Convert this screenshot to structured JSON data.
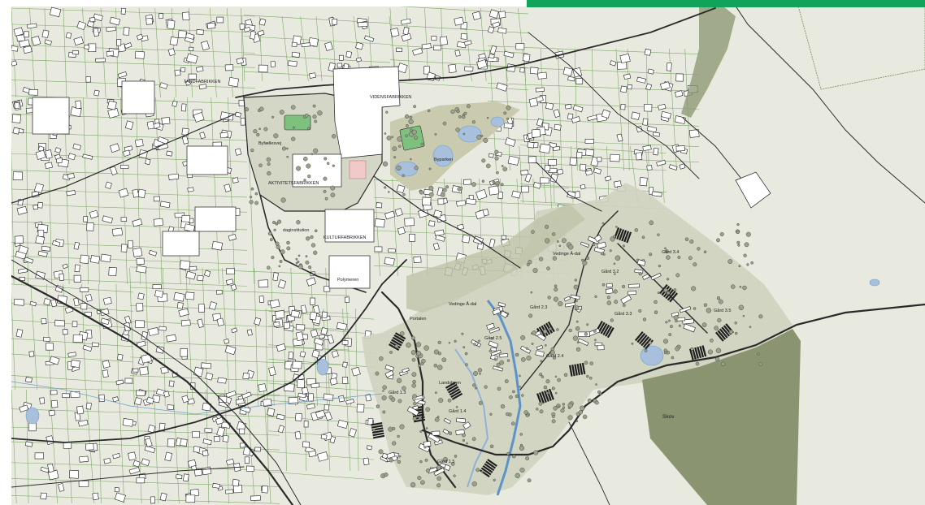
{
  "map": {
    "colors": {
      "background": "#e9eadf",
      "road": "#2a2a2a",
      "parcel_line": "#7fa86a",
      "building_outline": "#1e1e1e",
      "building_fill": "#ffffff",
      "water": "#a9c0dc",
      "water_line": "#6fa0c8",
      "forest": "#8a9470",
      "park": "#c9caae",
      "plan_area": "#cfd3bf",
      "sports_field": "#7ec17e",
      "accent_bar": "#12a35a",
      "plaza": "#f2c9c9"
    },
    "labels": {
      "tandfabrikken": "TANDFABRIKKEN",
      "videnfabrikken": "VIDENSFABRIKKEN",
      "aktivitetsfabrikken": "AKTIVITETSFABRIKKEN",
      "kulturfabrikken": "KULTURFABRIKKEN",
      "byfaelledvej": "Byfællesvej",
      "byparken": "Byparken",
      "dagsinstitution": "daginstitution",
      "polymeren": "Polymeren",
      "vedings_a_dal_1": "Vedinge Å-dal",
      "vedings_a_dal_2": "Vedinge Å-dal",
      "portalen": "Portalen",
      "gaard_3_2": "Gård 3.2",
      "gaard_3_3": "Gård 3.3",
      "gaard_3_4": "Gård 3.4",
      "gaard_3_5": "Gård 3.5",
      "gaard_2_3": "Gård 2.3",
      "gaard_2_4": "Gård 2.4",
      "gaard_2_5": "Gård 2.5",
      "gaard_1_3": "Gård 1.3",
      "gaard_1_4": "Gård 1.4",
      "gaard_1_5": "Gård 1.5",
      "landsbyen": "Landsbyen",
      "skov": "Skov"
    }
  }
}
